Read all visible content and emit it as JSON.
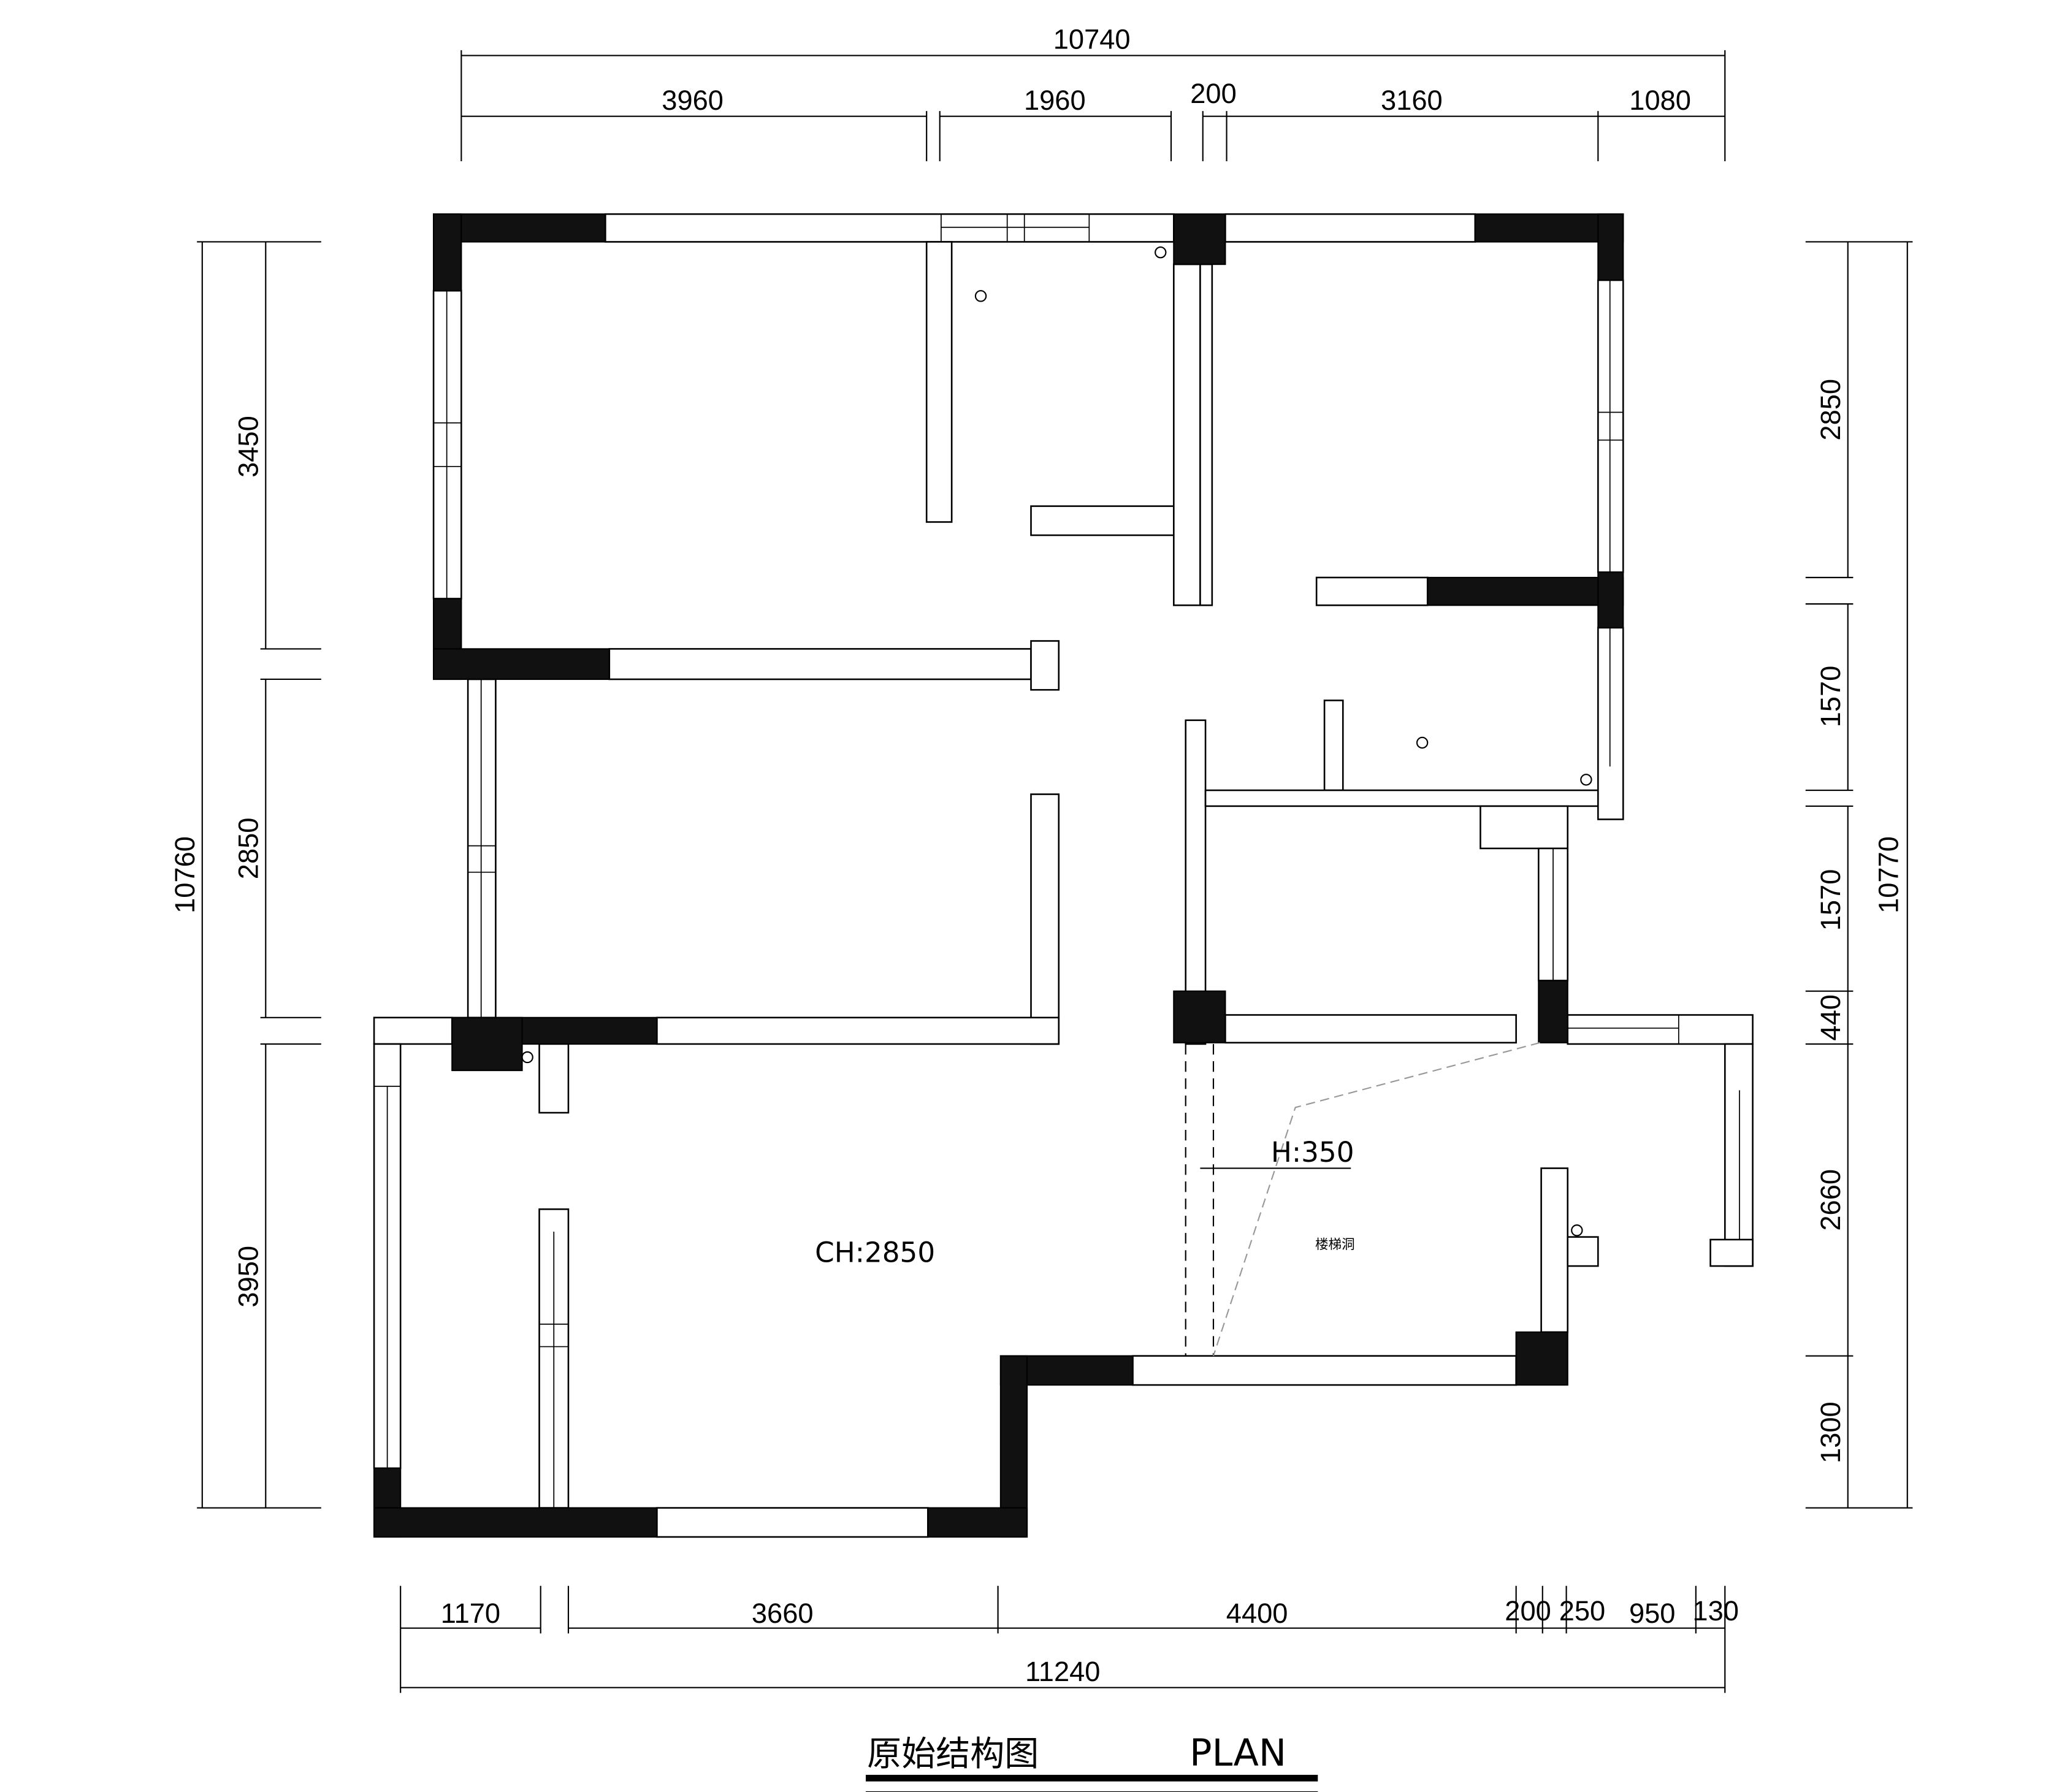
{
  "dimensions": {
    "top_total": "10740",
    "top": [
      "3960",
      "1960",
      "200",
      "3160",
      "1080"
    ],
    "left_total": "10760",
    "left": [
      "3450",
      "2850",
      "3950"
    ],
    "right_total": "10770",
    "right": [
      "2850",
      "1570",
      "1570",
      "440",
      "2660",
      "1300"
    ],
    "bottom": [
      "1170",
      "3660",
      "4400",
      "200",
      "250",
      "950",
      "130"
    ],
    "bottom_total": "11240"
  },
  "annotations": {
    "ceiling_height": "CH:2850",
    "step_height": "H:350",
    "stair_opening": "楼梯洞"
  },
  "title": {
    "cn": "原始结构图",
    "en": "PLAN"
  }
}
